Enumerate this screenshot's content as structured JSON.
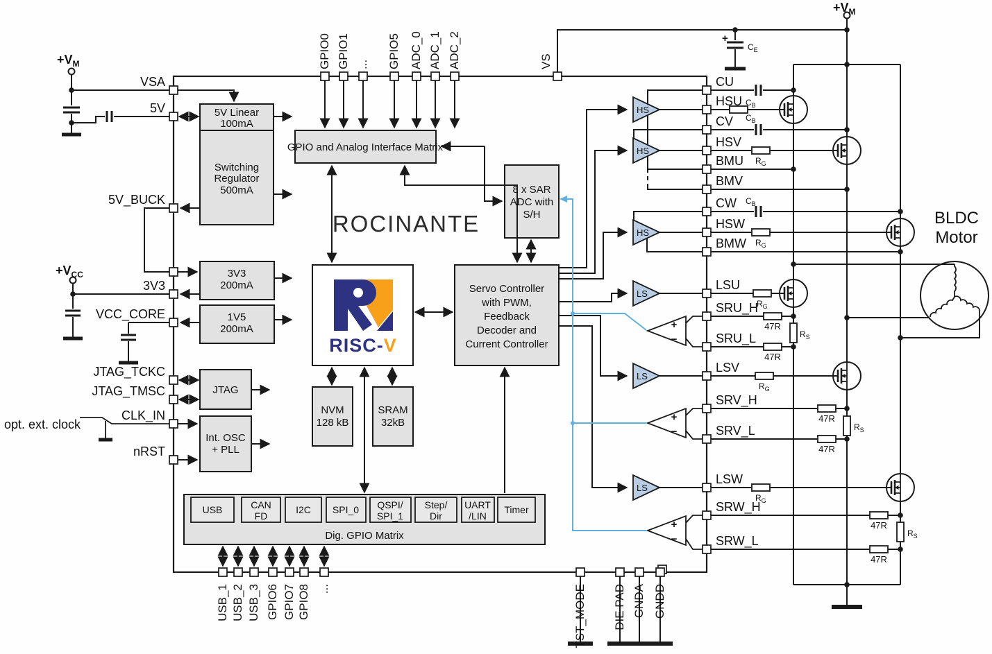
{
  "diagram": {
    "chip_name": "ROCINANTE",
    "logo": {
      "wordmark_main": "RISC-",
      "wordmark_accent": "V"
    }
  },
  "pins": {
    "top": [
      "GPIO0",
      "GPIO1",
      "...",
      "GPIO5",
      "ADC_0",
      "ADC_1",
      "ADC_2",
      "VS"
    ],
    "left": [
      "VSA",
      "5V",
      "5V_BUCK",
      "3V3",
      "VCC_CORE",
      "JTAG_TCKC",
      "JTAG_TMSC",
      "CLK_IN",
      "nRST"
    ],
    "right": [
      "CU",
      "HSU",
      "CV",
      "HSV",
      "BMU",
      "BMV",
      "CW",
      "HSW",
      "BMW",
      "LSU",
      "SRU_H",
      "SRU_L",
      "LSV",
      "SRV_H",
      "SRV_L",
      "LSW",
      "SRW_H",
      "SRW_L"
    ],
    "bottom": [
      "USB_1",
      "USB_2",
      "USB_3",
      "GPIO6",
      "GPIO7",
      "GPIO8",
      "...",
      "TST_MODE",
      "DIE PAD",
      "GNDA",
      "GNDD"
    ]
  },
  "blocks": {
    "linreg": [
      "5V Linear",
      "100mA"
    ],
    "switchreg": [
      "Switching",
      "Regulator",
      "500mA"
    ],
    "reg3v3": [
      "3V3",
      "200mA"
    ],
    "reg1v5": [
      "1V5",
      "200mA"
    ],
    "jtag": "JTAG",
    "osc": [
      "Int. OSC",
      "+ PLL"
    ],
    "gpio_matrix": "GPIO and Analog Interface Matrix",
    "adc": [
      "8 x SAR",
      "ADC with",
      "S/H"
    ],
    "servo": [
      "Servo Controller",
      "with PWM,",
      "Feedback",
      "Decoder and",
      "Current Controller"
    ],
    "nvm": [
      "NVM",
      "128 kB"
    ],
    "sram": [
      "SRAM",
      "32kB"
    ],
    "dig_matrix": "Dig. GPIO Matrix",
    "periph": [
      [
        "USB"
      ],
      [
        "CAN",
        "FD"
      ],
      [
        "I2C"
      ],
      [
        "SPI_0"
      ],
      [
        "QSPI/",
        "SPI_1"
      ],
      [
        "Step/",
        "Dir"
      ],
      [
        "UART",
        "/LIN"
      ],
      [
        "Timer"
      ]
    ]
  },
  "annotations": {
    "vm": {
      "main": "+V",
      "sub": "M"
    },
    "vcc": {
      "main": "+V",
      "sub": "CC"
    },
    "ce": {
      "main": "C",
      "sub": "E"
    },
    "cb": {
      "main": "C",
      "sub": "B"
    },
    "rg": {
      "main": "R",
      "sub": "G"
    },
    "rs": {
      "main": "R",
      "sub": "S"
    },
    "r47": "47R",
    "plus": "+",
    "opt_clock": "opt. ext. clock",
    "motor": [
      "BLDC",
      "Motor"
    ],
    "hs": "HS",
    "ls": "LS",
    "comp_plus": "+",
    "comp_minus": "−"
  },
  "colors": {
    "wire": "#1a1a1a",
    "signal_blue": "#5fb0dc",
    "block_fill": "#e2e2e2",
    "driver_fill": "#b9cde5",
    "logo_blue": "#2d3282",
    "logo_gold": "#f9a01b"
  }
}
